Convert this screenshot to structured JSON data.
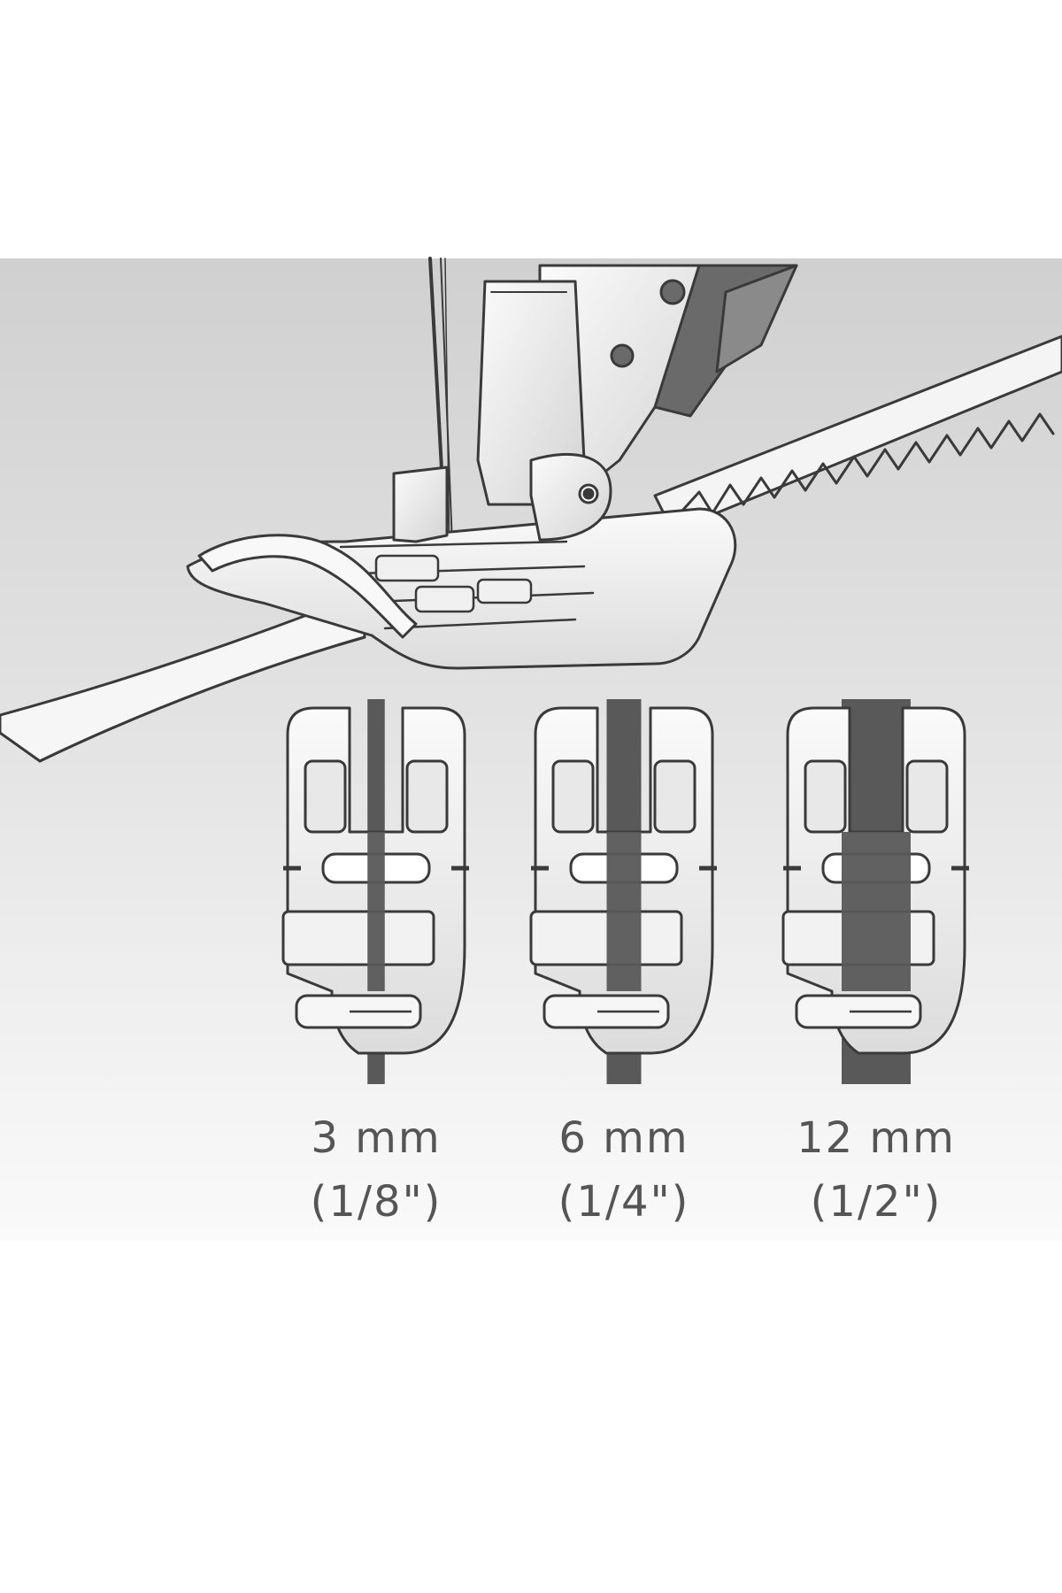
{
  "colors": {
    "background": "#ffffff",
    "panel_top": "#d2d2d2",
    "panel_bottom": "#f7f7f7",
    "metal_light": "#f2f2f2",
    "metal_mid": "#cfcfcf",
    "outline": "#3a3a3a",
    "ribbon_dark": "#595959",
    "label_text": "#555555"
  },
  "icons": {
    "main": "presser-foot-with-ribbon-guide-icon",
    "foot_small": "ribbon-foot-3mm-icon",
    "foot_medium": "ribbon-foot-6mm-icon",
    "foot_large": "ribbon-foot-12mm-icon"
  },
  "feet": [
    {
      "size": "3 mm",
      "inches": "(1/8\")",
      "ribbon_fraction": 0.15
    },
    {
      "size": "6 mm",
      "inches": "(1/4\")",
      "ribbon_fraction": 0.3
    },
    {
      "size": "12 mm",
      "inches": "(1/2\")",
      "ribbon_fraction": 0.6
    }
  ]
}
